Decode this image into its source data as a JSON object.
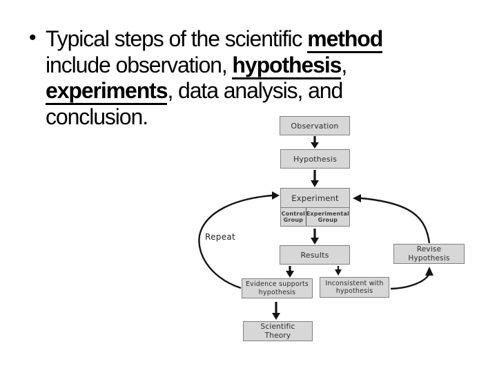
{
  "slide": {
    "bullet_glyph": "•",
    "lines": [
      {
        "seg0": "Typical steps of the scientific ",
        "seg1": "method"
      },
      {
        "seg0": "include observation, ",
        "seg1": "hypothesis",
        "seg2": ","
      },
      {
        "seg0": "experiments",
        "seg1": ", data analysis, and"
      },
      {
        "seg0": "conclusion."
      }
    ]
  },
  "diagram": {
    "nodes": {
      "observation": "Observation",
      "hypothesis": "Hypothesis",
      "experiment": "Experiment",
      "control_group": "Control\nGroup",
      "experimental_group": "Experimental\nGroup",
      "results": "Results",
      "evidence_supports": "Evidence supports\nhypothesis",
      "inconsistent": "Inconsistent with\nhypothesis",
      "revise_hypothesis": "Revise\nHypothesis",
      "scientific_theory": "Scientific\nTheory",
      "repeat": "Repeat"
    },
    "colors": {
      "box_fill": "#d7d7d7",
      "box_border": "#7f7f7f",
      "arrow": "#141414",
      "diagram_text": "#2b2b2b",
      "slide_text": "#000000",
      "background": "#ffffff"
    }
  }
}
